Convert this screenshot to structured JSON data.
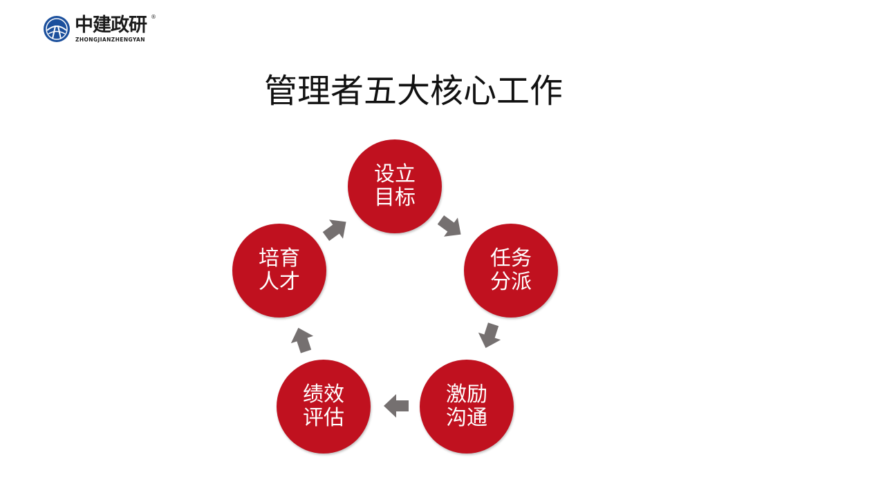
{
  "logo": {
    "name": "中建政研",
    "pinyin": "ZHONGJIANZHENGYAN",
    "registered": "®",
    "emblem_color": "#1b4f9c"
  },
  "title": "管理者五大核心工作",
  "colors": {
    "node_fill": "#c0111f",
    "arrow_fill": "#757070",
    "node_text": "#ffffff"
  },
  "cycle": {
    "nodes": [
      {
        "id": "set-goals",
        "label": "设立目标"
      },
      {
        "id": "assign-tasks",
        "label": "任务分派"
      },
      {
        "id": "motivate-communicate",
        "label": "激励沟通"
      },
      {
        "id": "performance-evaluation",
        "label": "绩效评估"
      },
      {
        "id": "develop-talent",
        "label": "培育人才"
      }
    ],
    "direction": "clockwise"
  }
}
